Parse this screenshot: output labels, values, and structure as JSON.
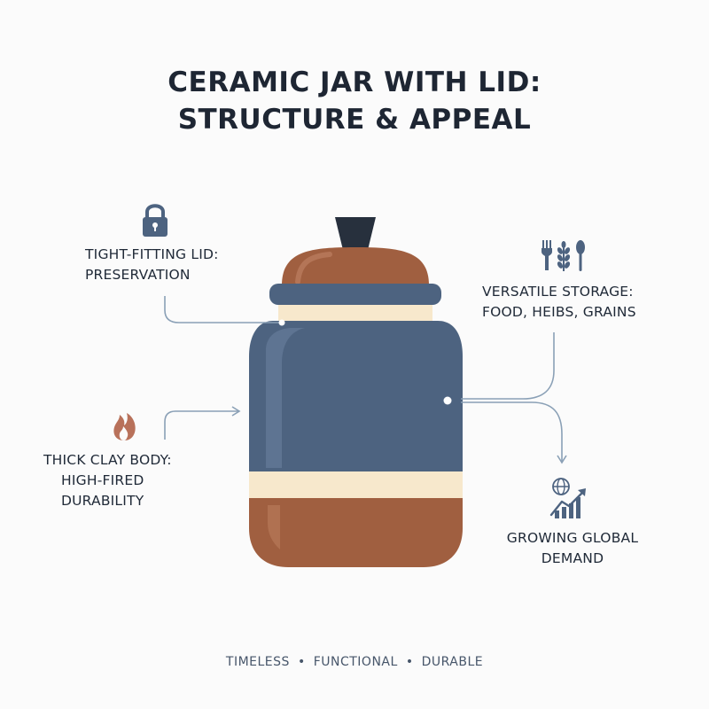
{
  "title": {
    "line1": "CERAMIC JAR WITH LID:",
    "line2": "STRUCTURE & APPEAL"
  },
  "callouts": {
    "lid": {
      "line1": "TIGHT-FITTING LID:",
      "line2": "PRESERVATION",
      "icon": "lock-icon"
    },
    "body": {
      "line1": "THICK CLAY BODY:",
      "line2": "HIGH-FIRED",
      "line3": "DURABILITY",
      "icon": "flame-icon"
    },
    "storage": {
      "line1": "VERSATILE STORAGE:",
      "line2": "FOOD, HEIBS, GRAINS",
      "icon": "utensils-icon"
    },
    "demand": {
      "line1": "GROWING GLOBAL",
      "line2": "DEMAND",
      "icon": "globe-growth-chart-icon"
    }
  },
  "tagline": {
    "word1": "TIMELESS",
    "word2": "FUNCTIONAL",
    "word3": "DURABLE",
    "separator": "•"
  },
  "colors": {
    "navy": "#4d6380",
    "terracotta": "#a05f40",
    "cream": "#f7e8cc",
    "knob": "#27303d",
    "connector": "#8aa0b6",
    "flame": "#b8715a"
  }
}
